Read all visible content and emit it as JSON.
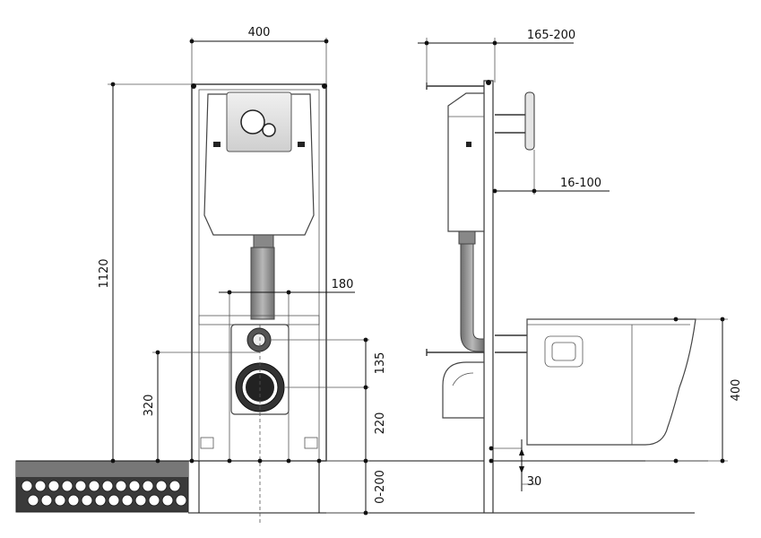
{
  "dimensions": {
    "width_top": "400",
    "height_total": "1120",
    "pipe_spacing": "180",
    "inlet_offset": "135",
    "drain_height": "320",
    "drain_to_floor": "220",
    "floor_adjust": "0-200",
    "depth_top": "165-200",
    "wall_offset": "16-100",
    "bowl_height": "400",
    "floor_offset": "30"
  },
  "colors": {
    "line": "#111111",
    "pipe": "#8a8a8a",
    "floor": "#3a3a3a"
  }
}
